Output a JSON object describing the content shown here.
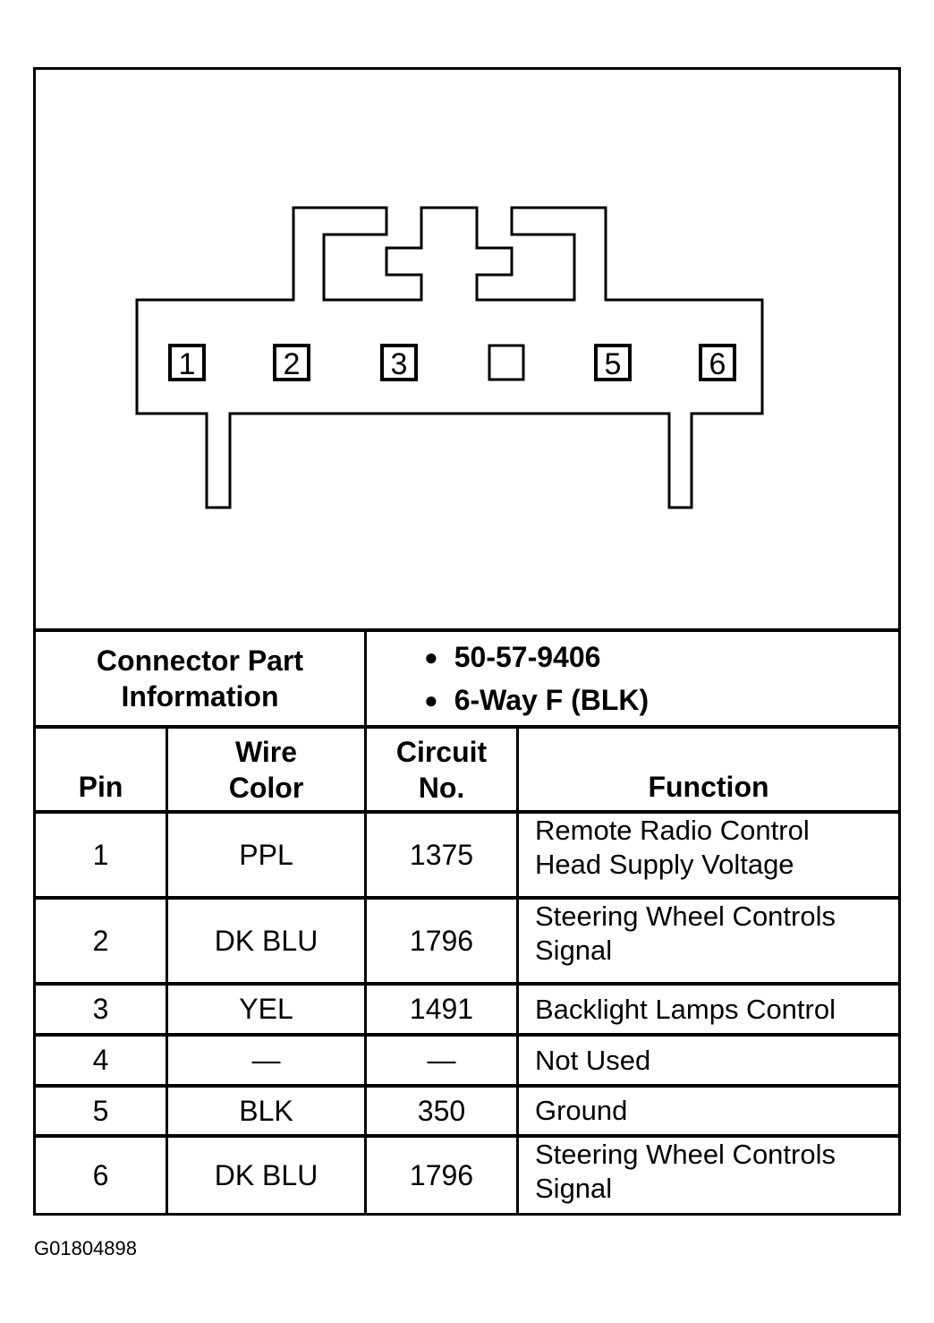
{
  "connector": {
    "pins": [
      {
        "label": "1",
        "shown": true
      },
      {
        "label": "2",
        "shown": true
      },
      {
        "label": "3",
        "shown": true
      },
      {
        "label": "",
        "shown": false
      },
      {
        "label": "5",
        "shown": true
      },
      {
        "label": "6",
        "shown": true
      }
    ]
  },
  "part_info": {
    "label_line1": "Connector Part",
    "label_line2": "Information",
    "items": [
      "50-57-9406",
      "6-Way F (BLK)"
    ]
  },
  "table": {
    "headers": {
      "pin": "Pin",
      "wire_color_line1": "Wire",
      "wire_color_line2": "Color",
      "circuit_line1": "Circuit",
      "circuit_line2": "No.",
      "function": "Function"
    },
    "rows": [
      {
        "pin": "1",
        "wire": "PPL",
        "circuit": "1375",
        "function_line1": "Remote Radio Control",
        "function_line2": "Head Supply Voltage"
      },
      {
        "pin": "2",
        "wire": "DK BLU",
        "circuit": "1796",
        "function_line1": "Steering Wheel Controls",
        "function_line2": "Signal"
      },
      {
        "pin": "3",
        "wire": "YEL",
        "circuit": "1491",
        "function_line1": "Backlight Lamps Control",
        "function_line2": ""
      },
      {
        "pin": "4",
        "wire": "—",
        "circuit": "—",
        "function_line1": "Not Used",
        "function_line2": ""
      },
      {
        "pin": "5",
        "wire": "BLK",
        "circuit": "350",
        "function_line1": "Ground",
        "function_line2": ""
      },
      {
        "pin": "6",
        "wire": "DK BLU",
        "circuit": "1796",
        "function_line1": "Steering Wheel Controls",
        "function_line2": "Signal"
      }
    ]
  },
  "figure_code": "G01804898"
}
